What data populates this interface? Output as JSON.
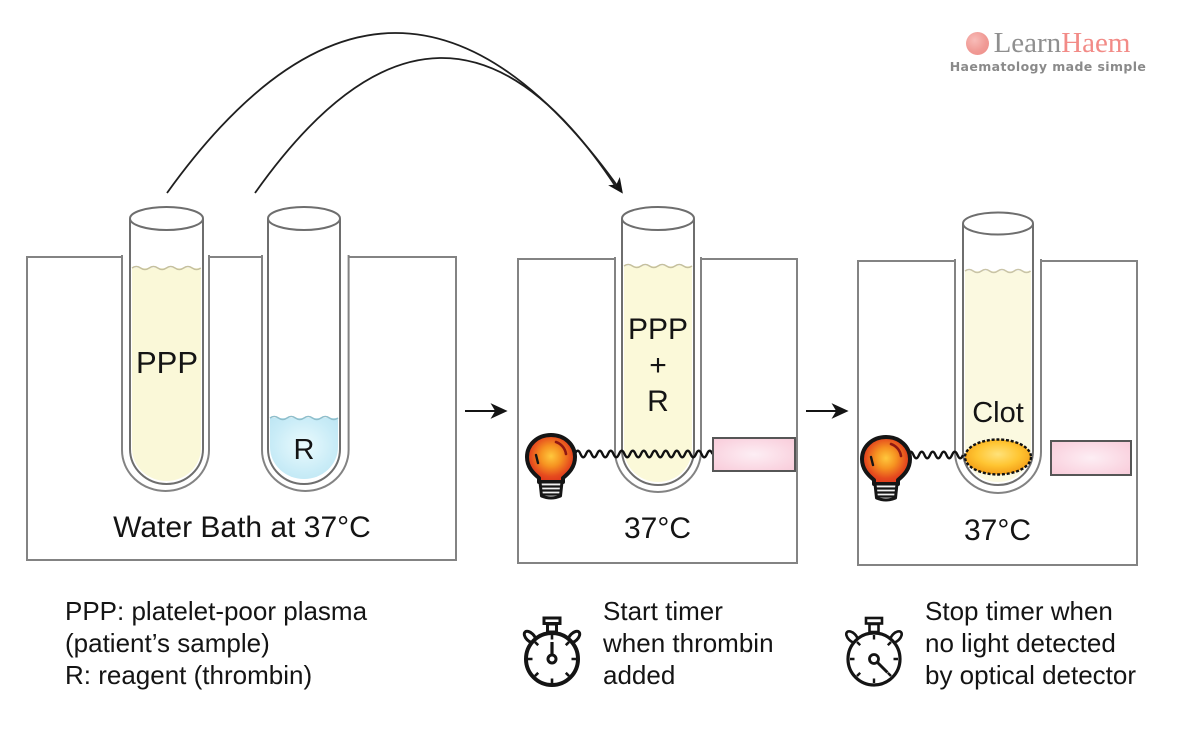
{
  "logo": {
    "brand_learn": "Learn",
    "brand_haem": "Haem",
    "tagline": "Haematology made simple"
  },
  "stage1": {
    "tube_ppp_label": "PPP",
    "tube_reagent_label": "R",
    "bath_label": "Water Bath at 37°C"
  },
  "stage2": {
    "tube_label_lines": [
      "PPP",
      "+",
      "R"
    ],
    "bath_label": "37°C"
  },
  "stage3": {
    "tube_label": "Clot",
    "bath_label": "37°C"
  },
  "legend": {
    "lines": [
      "PPP: platelet-poor plasma",
      "(patient’s sample)",
      "R: reagent (thrombin)"
    ]
  },
  "step_start": {
    "lines": [
      "Start timer",
      "when thrombin",
      "added"
    ]
  },
  "step_stop": {
    "lines": [
      "Stop timer when",
      "no light detected",
      "by optical detector"
    ]
  },
  "icons": {
    "stopwatch_start": "stopwatch-icon-hand-up",
    "stopwatch_stop": "stopwatch-icon-hand-down",
    "light_source": "light-bulb-icon",
    "detector": "optical-detector"
  },
  "colors": {
    "brand_pink": "#f09a95",
    "brand_gray": "#8f8f8f",
    "plasma_yellow": "#faf8d8",
    "reagent_blue": "#c9ecf7",
    "clot_orange": "#ffc532",
    "bulb_red": "#d92e1b",
    "bulb_core": "#ffc83d",
    "detector_pink": "#fad5e1",
    "bath_outline": "#838383",
    "tube_outline": "#6e6e6e",
    "ink": "#141414"
  }
}
